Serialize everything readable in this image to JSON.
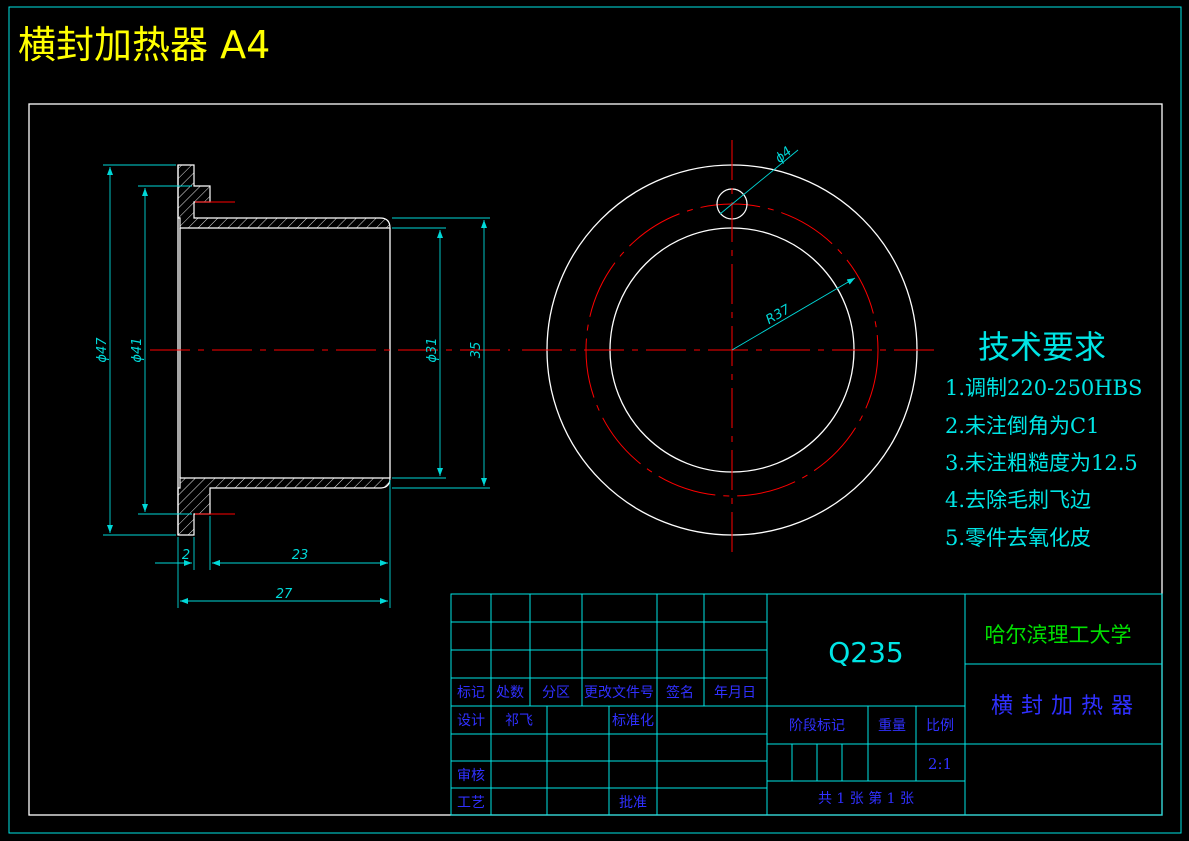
{
  "drawing_title": "横封加热器  A4",
  "dimensions": {
    "d47": "ϕ47",
    "d41": "ϕ41",
    "d31": "ϕ31",
    "h35": "35",
    "l2": "2",
    "l23": "23",
    "l27": "27",
    "hole": "ϕ4",
    "radius": "R37"
  },
  "tech_requirements": {
    "heading": "技术要求",
    "items": [
      "1.调制220-250HBS",
      "2.未注倒角为C1",
      "3.未注粗糙度为12.5",
      "4.去除毛刺飞边",
      "5.零件去氧化皮"
    ]
  },
  "title_block": {
    "material": "Q235",
    "school": "哈尔滨理工大学",
    "part_name": "横封加热器",
    "headers": [
      "标记",
      "处数",
      "分区",
      "更改文件号",
      "签名",
      "年月日"
    ],
    "design_label": "设计",
    "designer": "祁飞",
    "standardize_label": "标准化",
    "review_label": "审核",
    "process_label": "工艺",
    "approve_label": "批准",
    "stage_label": "阶段标记",
    "weight_label": "重量",
    "scale_label": "比例",
    "scale_value": "2:1",
    "sheets": "共 1 张  第 1 张"
  },
  "colors": {
    "border": "#00e5e5",
    "part_outline": "#ffffff",
    "center_line": "#ff0000",
    "dimension": "#00d8d8",
    "title_text": "#ffff00",
    "title_block_text": "#3030ff",
    "school_text": "#00e000"
  }
}
